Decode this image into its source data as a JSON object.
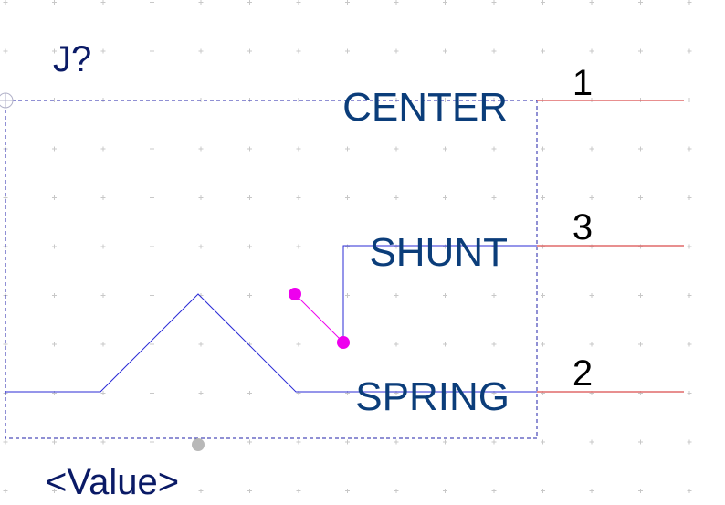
{
  "component": {
    "designator": "J?",
    "value": "<Value>"
  },
  "pins": [
    {
      "name": "CENTER",
      "number": "1"
    },
    {
      "name": "SHUNT",
      "number": "3"
    },
    {
      "name": "SPRING",
      "number": "2"
    }
  ],
  "colors": {
    "background": "#ffffff",
    "grid_dot": "#c8c8c8",
    "body_outline": "#2222aa",
    "symbol_line": "#2b2bd6",
    "pin_line": "#e06a6a",
    "pin_name_text": "#0b3d7a",
    "pin_number_text": "#000000",
    "designator_text": "#0a1a66",
    "switch_contact": "#ee00ee",
    "origin_marker": "#b8b8b8"
  }
}
